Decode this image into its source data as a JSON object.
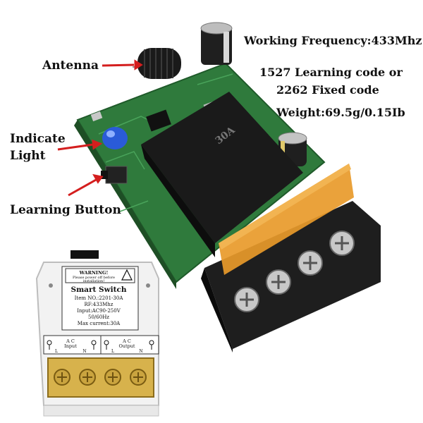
{
  "callouts": {
    "antenna": "Antenna",
    "indicate_light_line1": "Indicate",
    "indicate_light_line2": "Light",
    "learning_button": "Learning Button"
  },
  "specs": {
    "frequency": "Working Frequency:433Mhz",
    "code_line1": "1527 Learning code or",
    "code_line2": "2262 Fixed code",
    "weight": "Weight:69.5g/0.15Ib"
  },
  "relay_marking": "30A",
  "enclosure_label": {
    "warning_title": "WARNING!",
    "warning_text_line1": "Please power off before",
    "warning_text_line2": "installation!",
    "product_name": "Smart Switch",
    "item_no": "Item NO.:2201-30A",
    "rf": "RF:433Mhz",
    "input": "Input:AC90-250V",
    "frequency": "50/60Hz",
    "max_current": "Max current:30A",
    "input_ac": "A C",
    "input_label": "Input",
    "output_ac": "A C",
    "output_label": "Output",
    "terminal_l1": "L",
    "terminal_n1": "N",
    "terminal_l2": "L",
    "terminal_n2": "N"
  },
  "colors": {
    "pcb_green": "#2f7a3c",
    "relay_black": "#1a1a1a",
    "cover_orange": "#e89a2a",
    "callout_red": "#d41e1e",
    "led_blue": "#2a5bd8",
    "enclosure_white": "#f2f2f2",
    "terminal_gold": "#c9a23a"
  }
}
